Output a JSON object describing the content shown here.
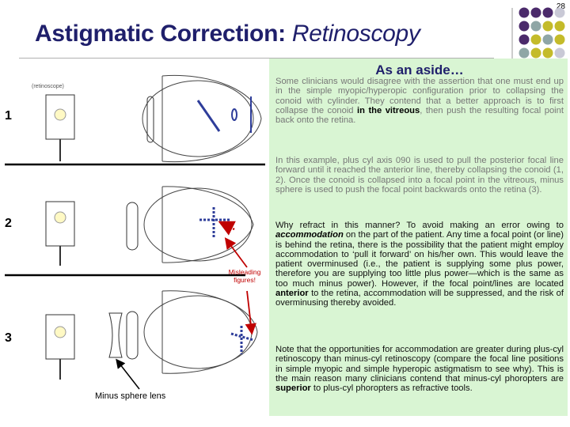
{
  "slide_number": "28",
  "title": {
    "bold": "Astigmatic Correction:",
    "italic": "Retinoscopy"
  },
  "aside": {
    "heading": "As an aside…",
    "para1": [
      {
        "t": "Some clinicians would disagree with the assertion that one must end up in the simple myopic/hyperopic configuration prior to collapsing the conoid with cylinder. They contend that a better approach is to first collapse the conoid "
      },
      {
        "t": "in the vitreous",
        "b": true
      },
      {
        "t": ", then push the resulting focal point back onto the retina."
      }
    ],
    "para2": [
      {
        "t": "In this example, plus cyl axis 090 is used to pull the posterior focal line forward until it reached the anterior line, thereby collapsing the conoid (1, 2). Once the conoid is collapsed into a focal point in the vitreous, minus sphere is used to push the focal point backwards onto the retina (3)."
      }
    ],
    "para3": [
      {
        "t": "Why refract in this manner? To avoid making an error owing to "
      },
      {
        "t": "accommodation",
        "b": true,
        "i": true
      },
      {
        "t": " on the part of the patient. Any time a focal point (or line) is behind the retina, there is the possibility that the patient might employ accommodation to ‘pull it forward’ on his/her own. This would leave the patient overminused (i.e., the patient is supplying some plus power, therefore you are supplying too little plus power—which is the same as too much minus power). However, if the focal point/lines are located "
      },
      {
        "t": "anterior",
        "b": true
      },
      {
        "t": " to the retina, accommodation will be suppressed, and the risk of overminusing thereby avoided."
      }
    ],
    "para4": [
      {
        "t": "Note that the opportunities for accommodation are greater during plus-cyl retinoscopy than minus-cyl retinoscopy (compare the focal line positions in simple myopic and simple hyperopic astigmatism to see why). This is the main reason many clinicians contend that minus-cyl phoropters are "
      },
      {
        "t": "superior",
        "b": true
      },
      {
        "t": " to plus-cyl phoropters as refractive tools."
      }
    ]
  },
  "diagram": {
    "retinoscopy_label": "(retinoscope)",
    "steps": [
      "1",
      "2",
      "3"
    ],
    "misleading_label": "Misleading figures!",
    "minus_lens_label": "Minus sphere lens"
  },
  "colors": {
    "title": "#1f1f6b",
    "panel": "#d9f5d3",
    "focal_line_blue": "#2e3d9a",
    "annotation_red": "#c00000",
    "dot_purple": "#4b2a6b",
    "dot_gray": "#8fa6a6",
    "dot_yellow": "#c4bb2a",
    "dot_light": "#c9c9d6"
  }
}
